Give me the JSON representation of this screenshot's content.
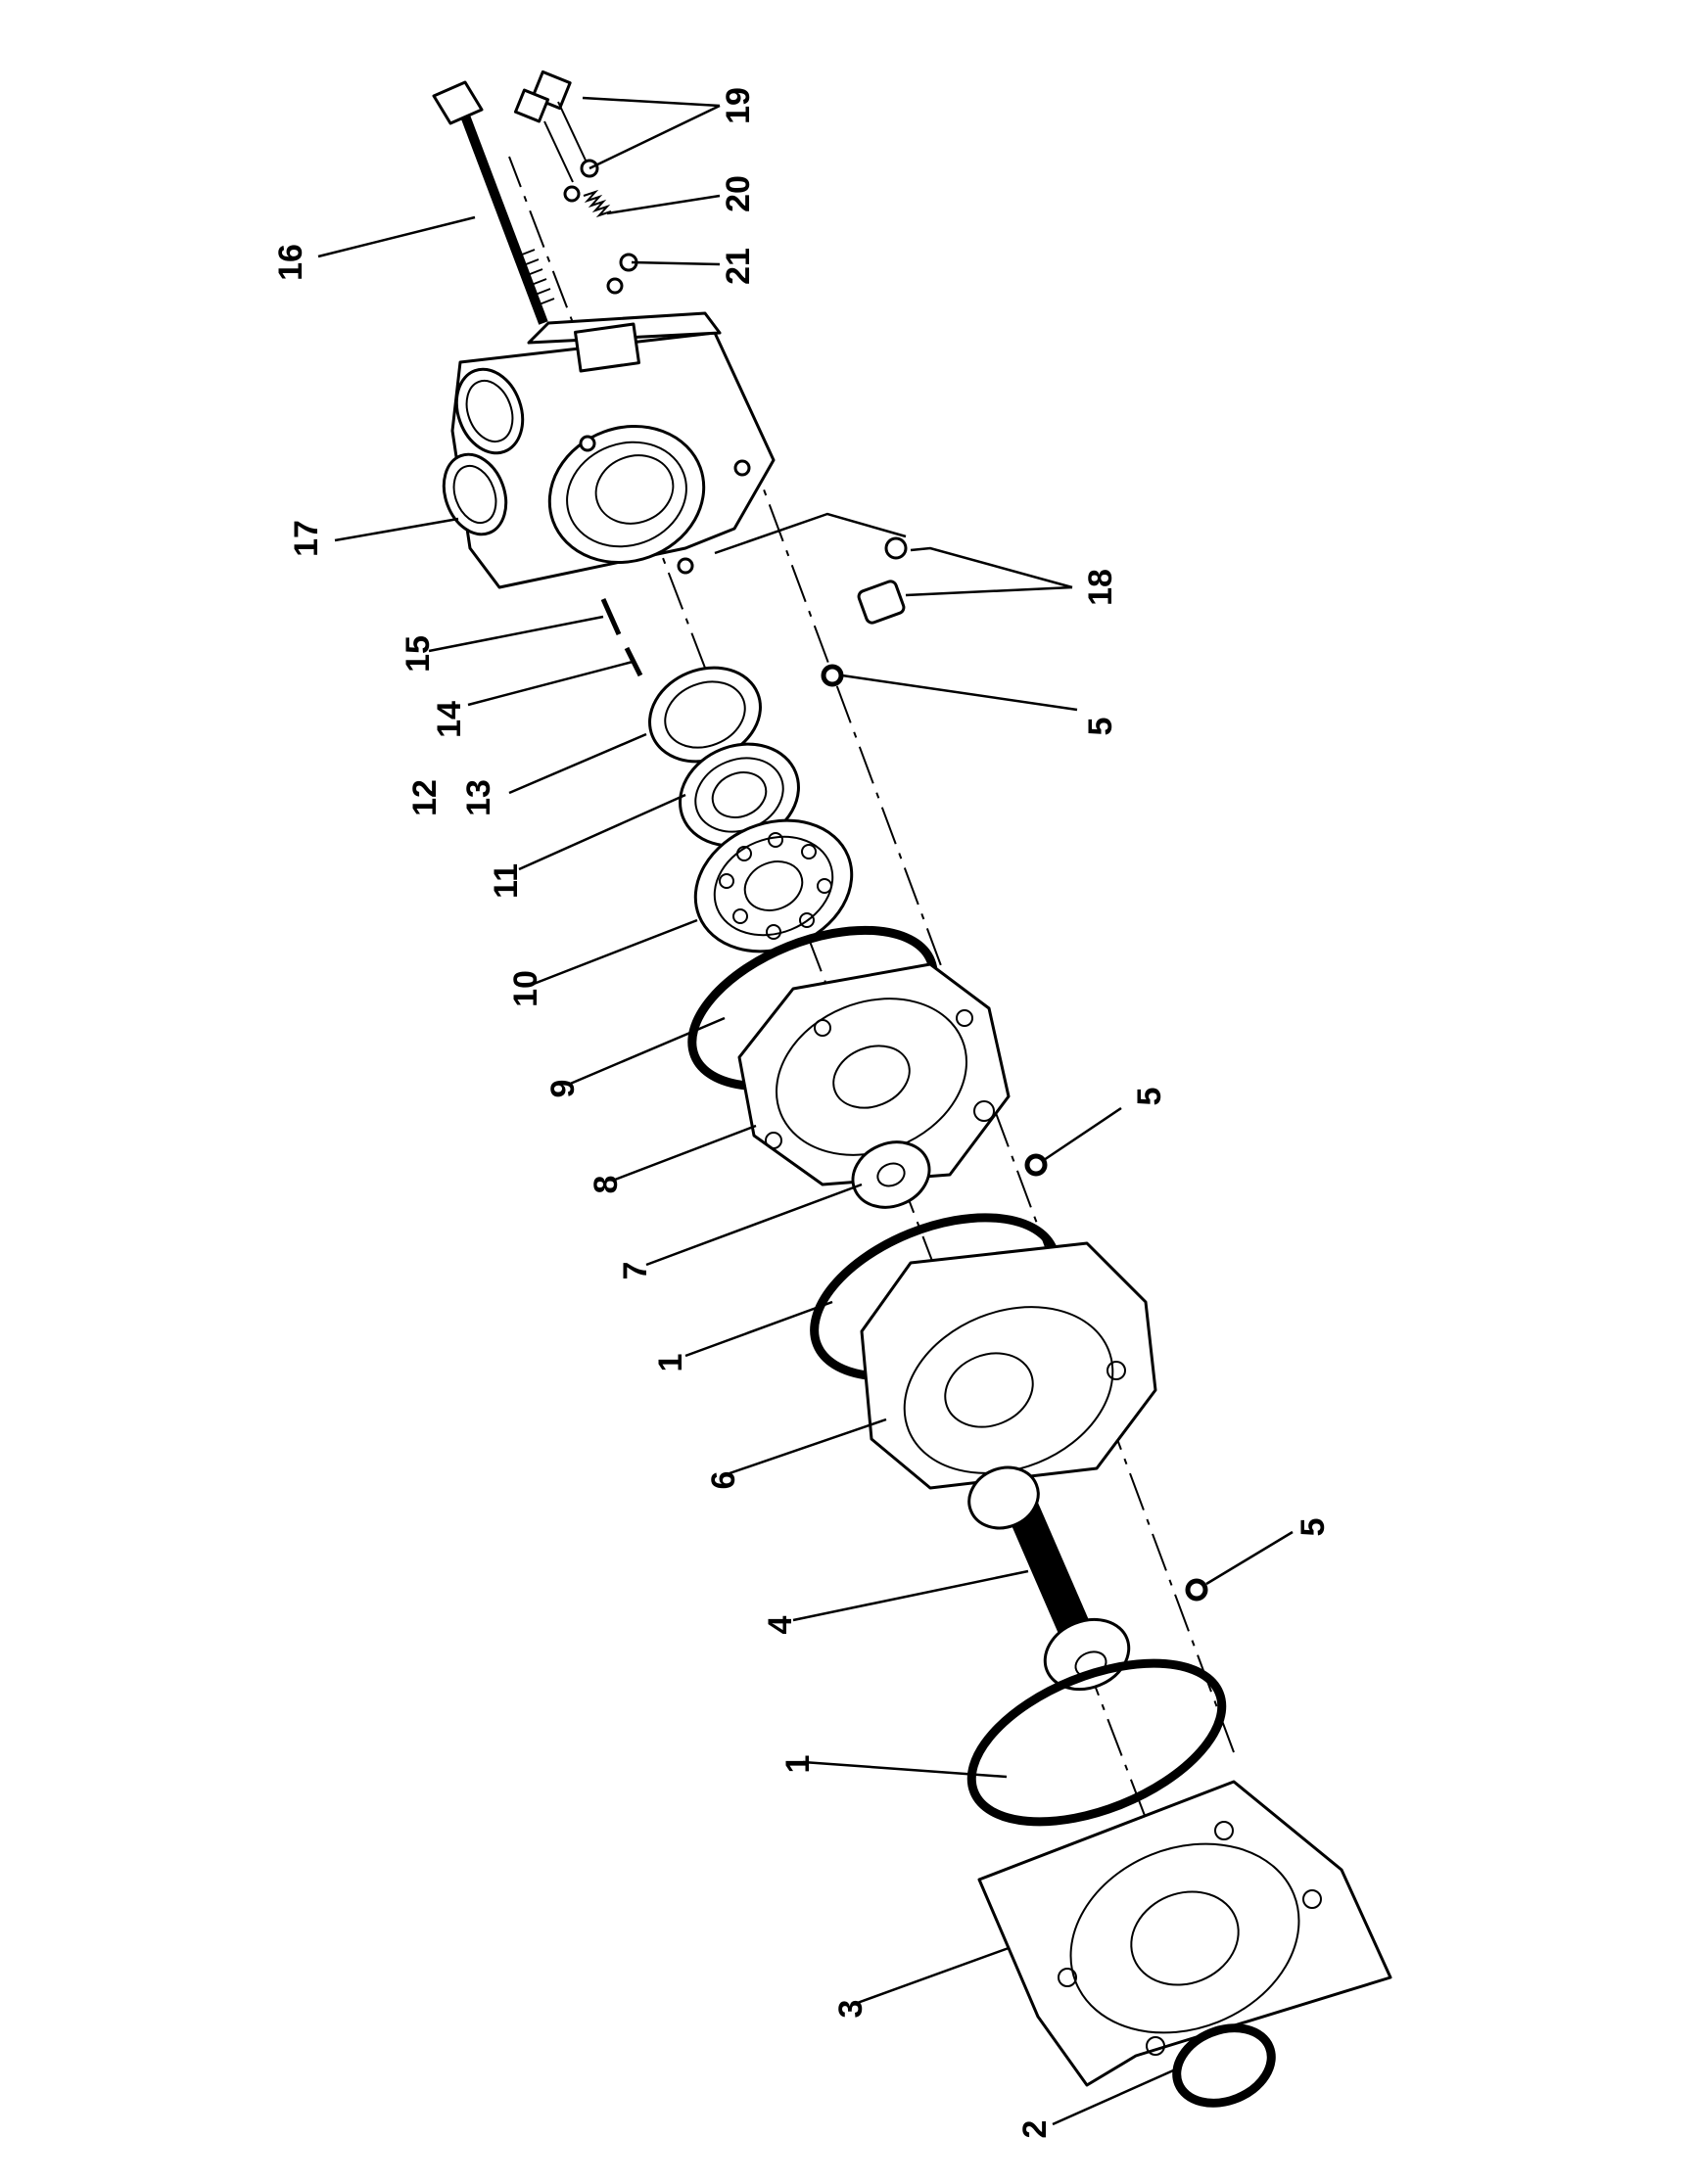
{
  "diagram": {
    "labels": {
      "p1a": "1",
      "p1b": "1",
      "p2": "2",
      "p3": "3",
      "p4": "4",
      "p5a": "5",
      "p5b": "5",
      "p5c": "5",
      "p6": "6",
      "p7": "7",
      "p8": "8",
      "p9": "9",
      "p10": "10",
      "p11": "11",
      "p12": "12",
      "p13": "13",
      "p14": "14",
      "p15": "15",
      "p16": "16",
      "p17": "17",
      "p18": "18",
      "p19": "19",
      "p20": "20",
      "p21": "21"
    }
  }
}
